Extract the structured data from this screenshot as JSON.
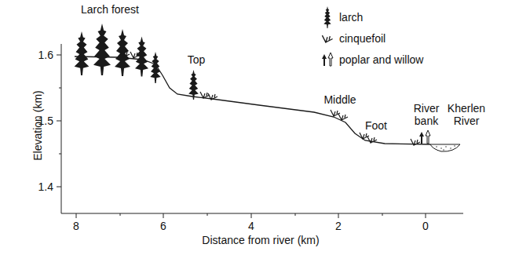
{
  "diagram": {
    "labels": [
      "Larch forest",
      "Top",
      "Middle",
      "Foot",
      "River bank",
      "Kherlen River",
      "Elevation (km)",
      "1.6",
      "1.5",
      "1.4",
      "8",
      "6",
      "4",
      "2",
      "0",
      "Distance from river (km)"
    ],
    "legend": [
      {
        "text": "larch"
      },
      {
        "text": "cinquefoil"
      },
      {
        "text": "poplar and willow"
      }
    ]
  }
}
